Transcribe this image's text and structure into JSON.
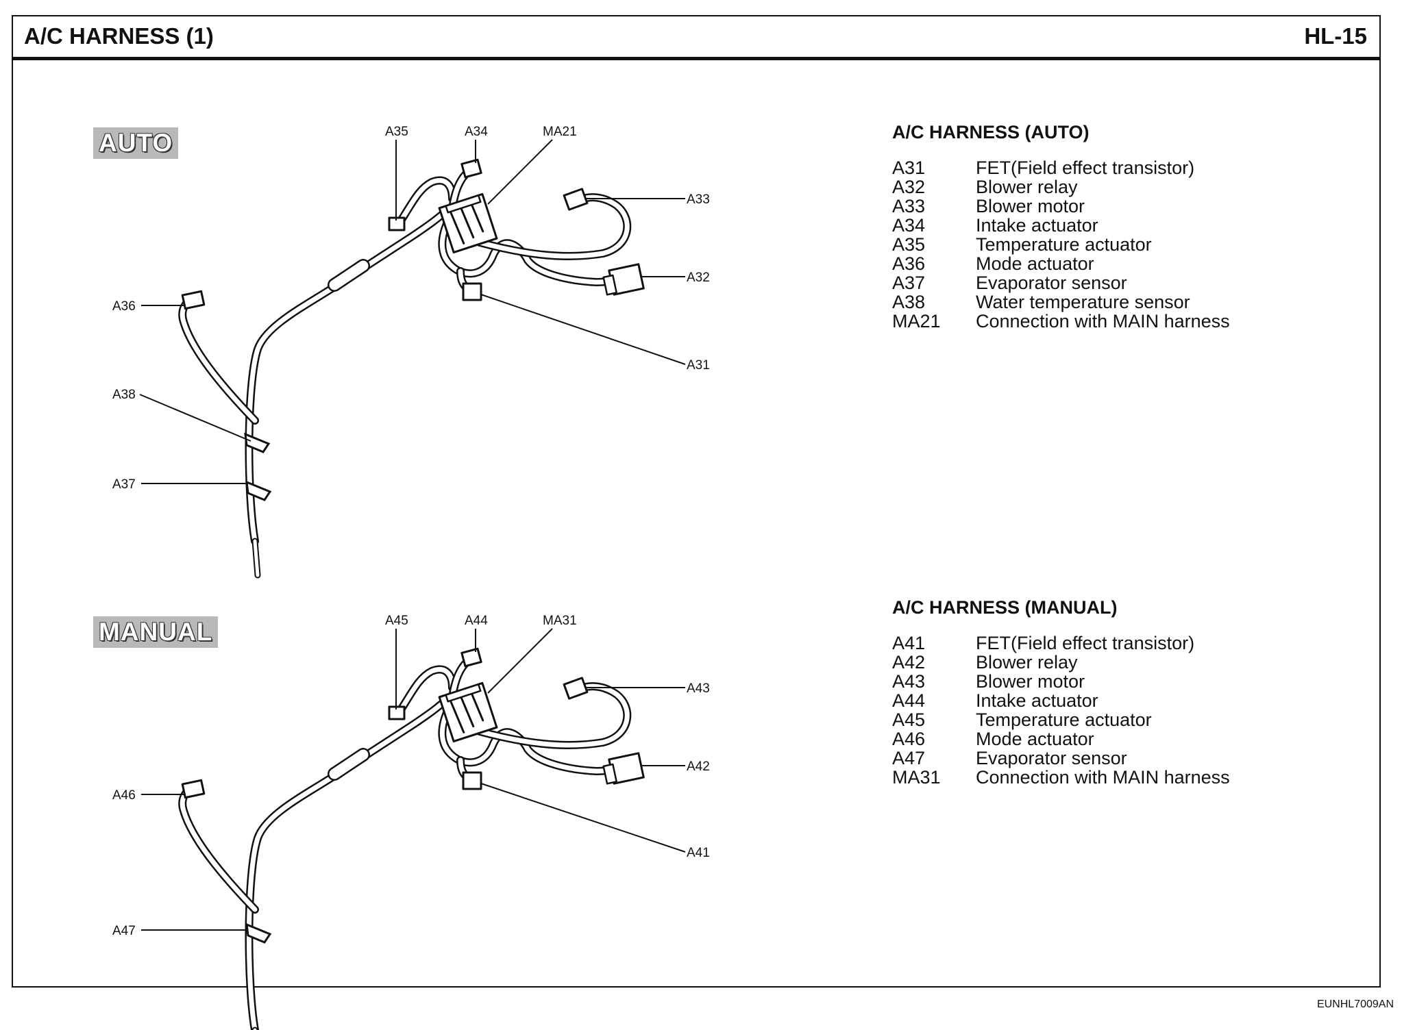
{
  "header": {
    "title": "A/C HARNESS (1)",
    "page": "HL-15"
  },
  "footer": {
    "code": "EUNHL7009AN"
  },
  "auto": {
    "badge": "AUTO",
    "callouts": {
      "a35": "A35",
      "a34": "A34",
      "ma21": "MA21",
      "a33": "A33",
      "a32": "A32",
      "a31": "A31",
      "a36": "A36",
      "a38": "A38",
      "a37": "A37"
    },
    "legend_title": "A/C HARNESS (AUTO)",
    "legend": [
      {
        "code": "A31",
        "desc": "FET(Field effect transistor)"
      },
      {
        "code": "A32",
        "desc": "Blower relay"
      },
      {
        "code": "A33",
        "desc": "Blower motor"
      },
      {
        "code": "A34",
        "desc": "Intake actuator"
      },
      {
        "code": "A35",
        "desc": "Temperature actuator"
      },
      {
        "code": "A36",
        "desc": "Mode actuator"
      },
      {
        "code": "A37",
        "desc": "Evaporator sensor"
      },
      {
        "code": "A38",
        "desc": "Water temperature sensor"
      },
      {
        "code": "MA21",
        "desc": "Connection with MAIN harness"
      }
    ]
  },
  "manual": {
    "badge": "MANUAL",
    "callouts": {
      "a45": "A45",
      "a44": "A44",
      "ma31": "MA31",
      "a43": "A43",
      "a42": "A42",
      "a41": "A41",
      "a46": "A46",
      "a47": "A47"
    },
    "legend_title": "A/C HARNESS (MANUAL)",
    "legend": [
      {
        "code": "A41",
        "desc": "FET(Field effect transistor)"
      },
      {
        "code": "A42",
        "desc": "Blower relay"
      },
      {
        "code": "A43",
        "desc": "Blower motor"
      },
      {
        "code": "A44",
        "desc": "Intake actuator"
      },
      {
        "code": "A45",
        "desc": "Temperature actuator"
      },
      {
        "code": "A46",
        "desc": "Mode actuator"
      },
      {
        "code": "A47",
        "desc": "Evaporator sensor"
      },
      {
        "code": "MA31",
        "desc": "Connection with MAIN harness"
      }
    ]
  }
}
